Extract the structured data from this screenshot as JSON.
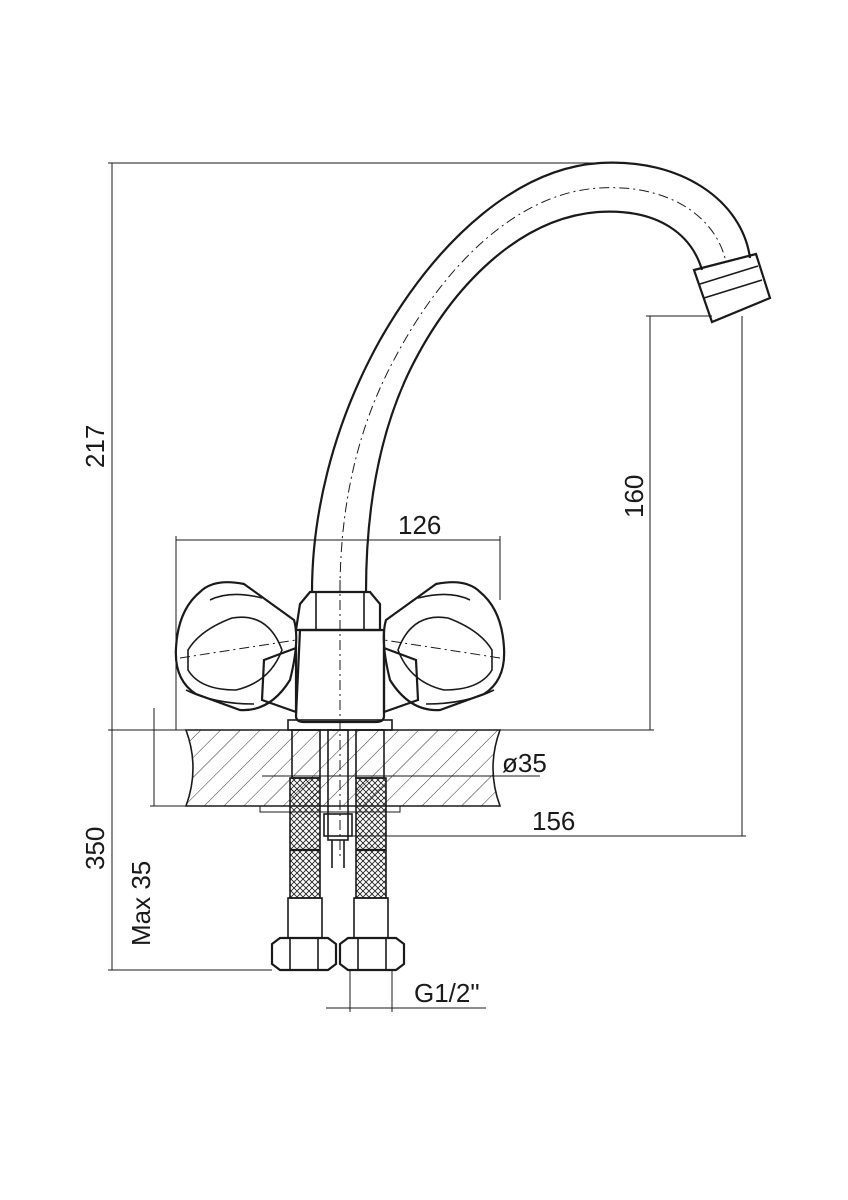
{
  "dimensions": {
    "overall_height": "217",
    "handle_span": "126",
    "spout_outlet_height": "160",
    "mounting_hole": "ø35",
    "spout_reach": "156",
    "hose_length": "350",
    "counter_thickness": "Max 35",
    "connection_thread": "G1/2\""
  },
  "colors": {
    "line": "#1a1a1a",
    "background": "#ffffff"
  }
}
